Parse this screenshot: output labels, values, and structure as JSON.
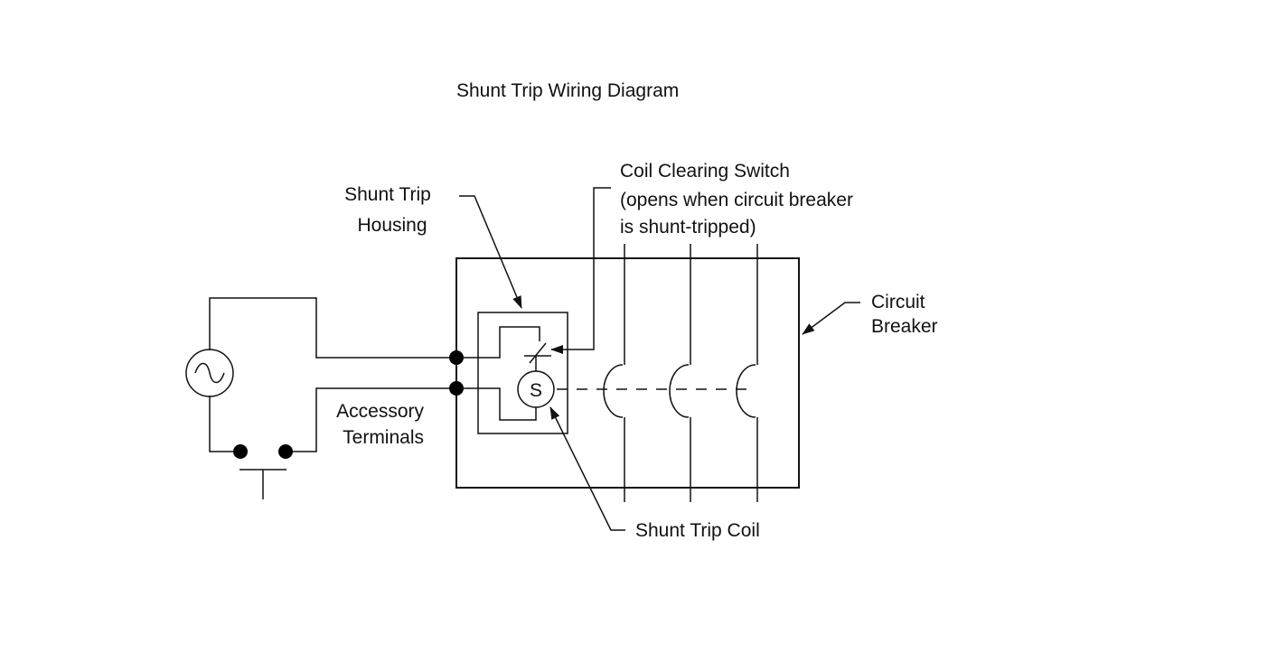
{
  "title": "Shunt Trip Wiring Diagram",
  "labels": {
    "shunt_trip_housing": [
      "Shunt Trip",
      "Housing"
    ],
    "coil_clearing_switch": [
      "Coil Clearing Switch",
      "(opens when circuit breaker",
      "is shunt-tripped)"
    ],
    "circuit_breaker": [
      "Circuit",
      "Breaker"
    ],
    "accessory_terminals": [
      "Accessory",
      "Terminals"
    ],
    "shunt_trip_coil": "Shunt Trip Coil",
    "coil_symbol": "S"
  },
  "colors": {
    "line": "#111111",
    "background": "#ffffff"
  },
  "symbols": [
    "ac-source-icon",
    "pushbutton-switch-icon",
    "terminal-dot-icon",
    "coil-symbol-icon",
    "nc-switch-icon"
  ]
}
